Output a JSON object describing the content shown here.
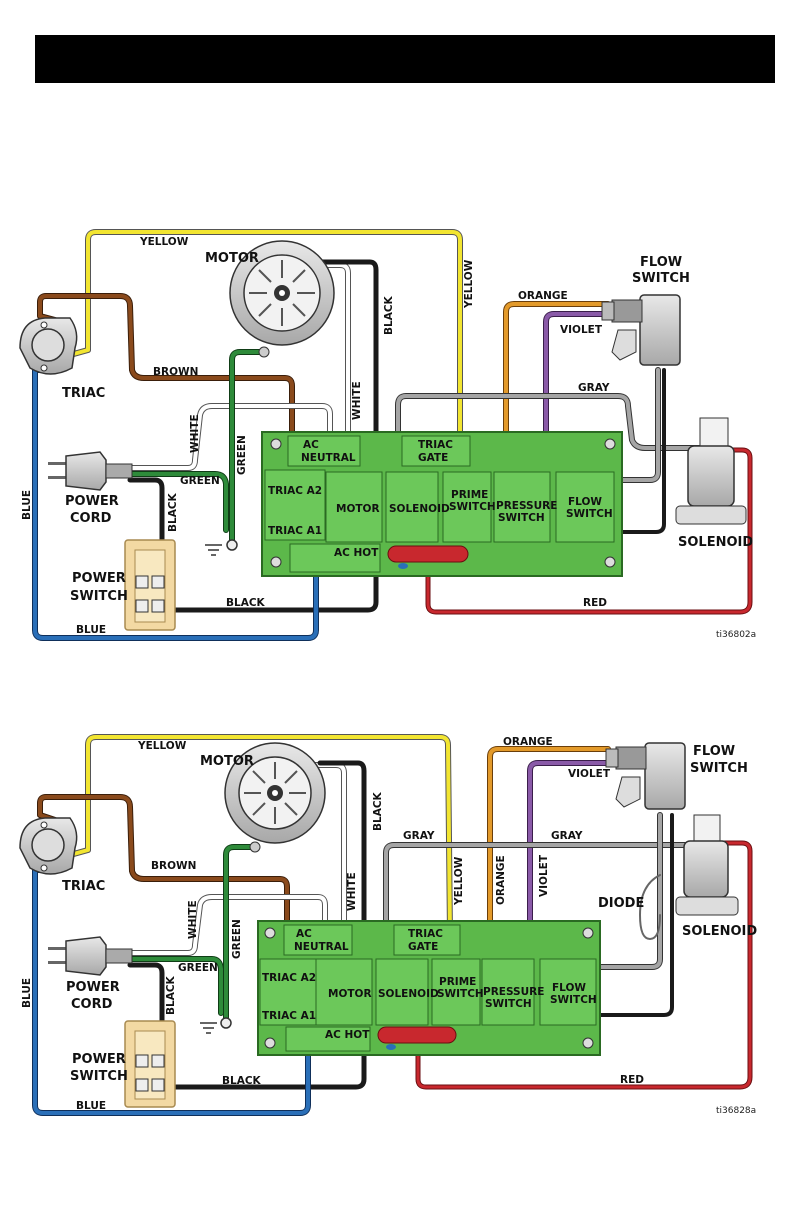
{
  "header": {
    "title": ""
  },
  "colors": {
    "yellow": "#f2e531",
    "brown": "#8a4a1c",
    "white": "#ffffff",
    "green": "#2e8b3a",
    "black": "#1a1a1a",
    "blue": "#2a6fb8",
    "red": "#c8282e",
    "orange": "#e39a2a",
    "violet": "#8a5aa8",
    "gray": "#8c8c8c",
    "board": "#5cb84a",
    "board_dark": "#3d8a32",
    "switch_body": "#f3d9a3"
  },
  "diagrams": [
    {
      "labels": {
        "yellow_top": "YELLOW",
        "motor": "MOTOR",
        "black_motor": "BLACK",
        "yellow_right": "YELLOW",
        "orange": "ORANGE",
        "violet": "VIOLET",
        "flow_switch_1": "FLOW",
        "flow_switch_2": "SWITCH",
        "triac": "TRIAC",
        "brown": "BROWN",
        "gray": "GRAY",
        "white_left": "WHITE",
        "white_motor": "WHITE",
        "green_vert": "GREEN",
        "green_cord": "GREEN",
        "power_cord_1": "POWER",
        "power_cord_2": "CORD",
        "blue_left": "BLUE",
        "black_cord": "BLACK",
        "power_switch_1": "POWER",
        "power_switch_2": "SWITCH",
        "black_bottom": "BLACK",
        "blue_bottom": "BLUE",
        "red": "RED",
        "solenoid": "SOLENOID",
        "ref": "ti36802a"
      },
      "board": {
        "ac_neutral_1": "AC",
        "ac_neutral_2": "NEUTRAL",
        "triac_gate_1": "TRIAC",
        "triac_gate_2": "GATE",
        "triac_a2": "TRIAC A2",
        "triac_a1": "TRIAC A1",
        "motor": "MOTOR",
        "solenoid": "SOLENOID",
        "prime_1": "PRIME",
        "prime_2": "SWITCH",
        "pressure_1": "PRESSURE",
        "pressure_2": "SWITCH",
        "flow_1": "FLOW",
        "flow_2": "SWITCH",
        "ac_hot": "AC HOT"
      }
    },
    {
      "labels": {
        "yellow_top": "YELLOW",
        "motor": "MOTOR",
        "black_motor": "BLACK",
        "orange_top": "ORANGE",
        "violet": "VIOLET",
        "flow_switch_1": "FLOW",
        "flow_switch_2": "SWITCH",
        "triac": "TRIAC",
        "brown": "BROWN",
        "gray_left": "GRAY",
        "gray_right": "GRAY",
        "yellow_vert": "YELLOW",
        "orange_vert": "ORANGE",
        "violet_vert": "VIOLET",
        "white_left": "WHITE",
        "white_motor": "WHITE",
        "green_vert": "GREEN",
        "green_cord": "GREEN",
        "diode": "DIODE",
        "solenoid": "SOLENOID",
        "power_cord_1": "POWER",
        "power_cord_2": "CORD",
        "blue_left": "BLUE",
        "black_cord": "BLACK",
        "power_switch_1": "POWER",
        "power_switch_2": "SWITCH",
        "black_bottom": "BLACK",
        "blue_bottom": "BLUE",
        "red": "RED",
        "ref": "ti36828a"
      },
      "board": {
        "ac_neutral_1": "AC",
        "ac_neutral_2": "NEUTRAL",
        "triac_gate_1": "TRIAC",
        "triac_gate_2": "GATE",
        "triac_a2": "TRIAC A2",
        "triac_a1": "TRIAC A1",
        "motor": "MOTOR",
        "solenoid": "SOLENOID",
        "prime_1": "PRIME",
        "prime_2": "SWITCH",
        "pressure_1": "PRESSURE",
        "pressure_2": "SWITCH",
        "flow_1": "FLOW",
        "flow_2": "SWITCH",
        "ac_hot": "AC HOT"
      }
    }
  ]
}
